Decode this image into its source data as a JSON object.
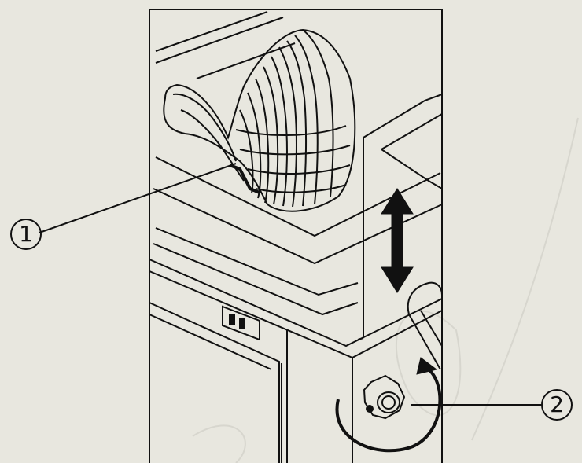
{
  "callouts": [
    {
      "label": "1",
      "target": "headrest"
    },
    {
      "label": "2",
      "target": "adjustment-knob"
    }
  ],
  "colors": {
    "background": "#e8e7df",
    "line": "#111111",
    "watermark": "#d7d6ce"
  },
  "icons": [
    "double-vertical-arrow-icon",
    "rotation-arrow-icon",
    "knob-icon",
    "outlet-icon"
  ]
}
